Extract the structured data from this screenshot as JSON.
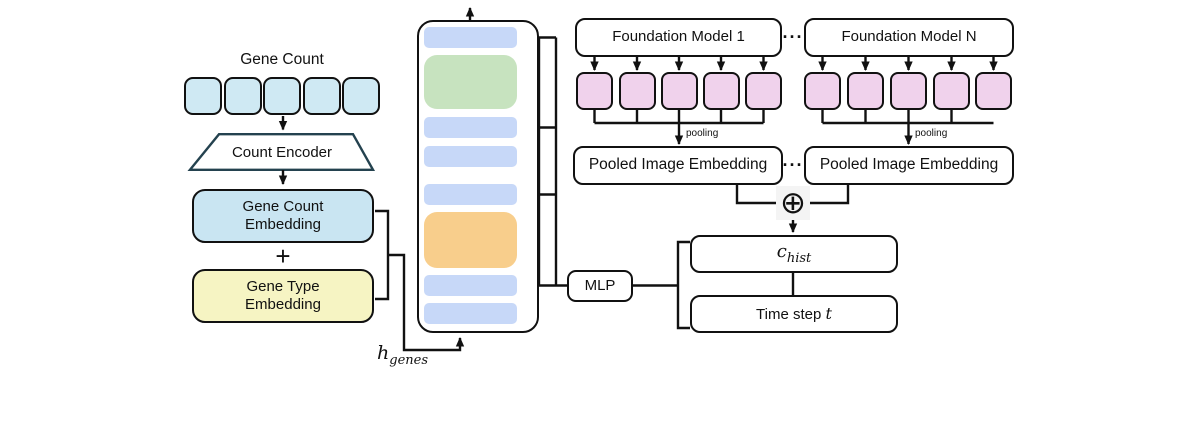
{
  "colors": {
    "light_blue": "#cfe9f3",
    "embedding_blue": "#c9e5f2",
    "embedding_yellow": "#f6f4c3",
    "bar_blue": "#c7d8f8",
    "block_green": "#c7e3bf",
    "block_orange": "#f8ce8c",
    "patch_pink": "#f0d2ec",
    "line_black": "#111111"
  },
  "gene_branch": {
    "title": "Gene Count",
    "count_encoder": "Count Encoder",
    "gene_count_embedding": "Gene Count Embedding",
    "plus": "+",
    "gene_type_embedding": "Gene Type Embedding",
    "h_genes_base": "h",
    "h_genes_sub": "genes"
  },
  "image_branch": {
    "foundation_model_1": "Foundation Model 1",
    "foundation_model_n": "Foundation Model N",
    "fm_dots": "···",
    "pooling_label_1": "pooling",
    "pooling_label_2": "pooling",
    "pooled_embedding_1": "Pooled Image Embedding",
    "pooled_embedding_2": "Pooled Image Embedding",
    "pooled_dots": "···",
    "combine_symbol": "⊕"
  },
  "conditioning": {
    "mlp": "MLP",
    "c_hist_base": "c",
    "c_hist_sub": "hist",
    "time_step_prefix": "Time step",
    "time_step_var": "t"
  }
}
